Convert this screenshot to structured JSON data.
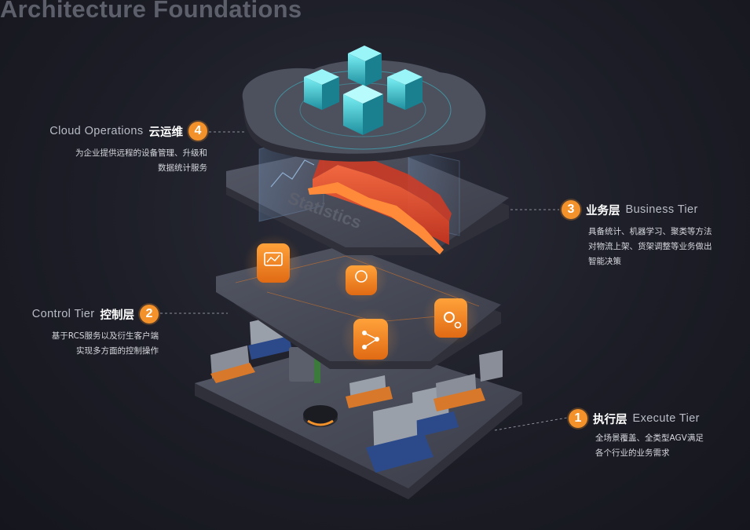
{
  "title": "Architecture Foundations",
  "colors": {
    "accent": "#f3922b",
    "background": "#1c1d26",
    "platform": "#4a4c59",
    "cyan": "#39d6e6"
  },
  "tiers": [
    {
      "number": "4",
      "en": "Cloud Operations",
      "cn": "云运维",
      "desc": [
        "为企业提供远程的设备管理、升级和",
        "数据统计服务"
      ]
    },
    {
      "number": "3",
      "en": "Business Tier",
      "cn": "业务层",
      "desc": [
        "具备统计、机器学习、聚类等方法",
        "对物流上架、货架调整等业务做出",
        "智能决策"
      ]
    },
    {
      "number": "2",
      "en": "Control  Tier",
      "cn": "控制层",
      "desc": [
        "基于RCS服务以及衍生客户端",
        "实现多方面的控制操作"
      ]
    },
    {
      "number": "1",
      "en": "Execute  Tier",
      "cn": "执行层",
      "desc": [
        "全场景覆盖、全类型AGV满足",
        "各个行业的业务需求"
      ]
    }
  ],
  "statistics_label": "Statistics",
  "icons": [
    "monitor-chart-icon",
    "robot-icon",
    "network-nodes-icon",
    "gear-icon"
  ]
}
